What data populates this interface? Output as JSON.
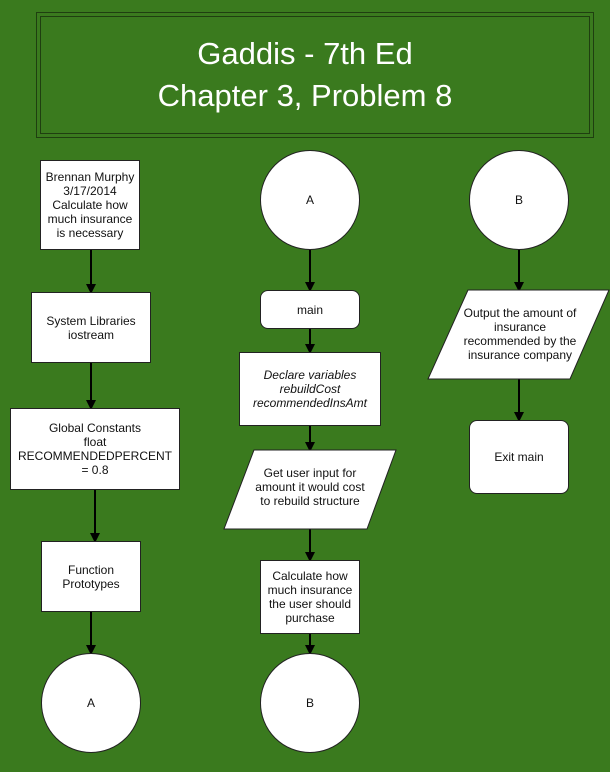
{
  "title": {
    "line1": "Gaddis - 7th Ed",
    "line2": "Chapter 3, Problem 8"
  },
  "nodes": {
    "header_comment": "Brennan Murphy\n3/17/2014\nCalculate how\nmuch insurance\nis necessary",
    "system_libraries": "System Libraries\niostream",
    "global_constants": "Global Constants\nfloat\nRECOMMENDEDPERCENT\n= 0.8",
    "function_prototypes": "Function\nPrototypes",
    "connector_a_out": "A",
    "connector_a_in": "A",
    "main": "main",
    "declare_variables": "Declare variables\nrebuildCost\nrecommendedInsAmt",
    "get_input": "Get user input for\namount it would cost\nto rebuild structure",
    "calculate": "Calculate how\nmuch insurance\nthe user should\npurchase",
    "connector_b_out": "B",
    "connector_b_in": "B",
    "output": "Output the amount of\ninsurance\nrecommended by the\ninsurance company",
    "exit_main": "Exit main"
  },
  "colors": {
    "background": "#3a7a1e",
    "node_fill": "#ffffff",
    "line": "#000000"
  }
}
